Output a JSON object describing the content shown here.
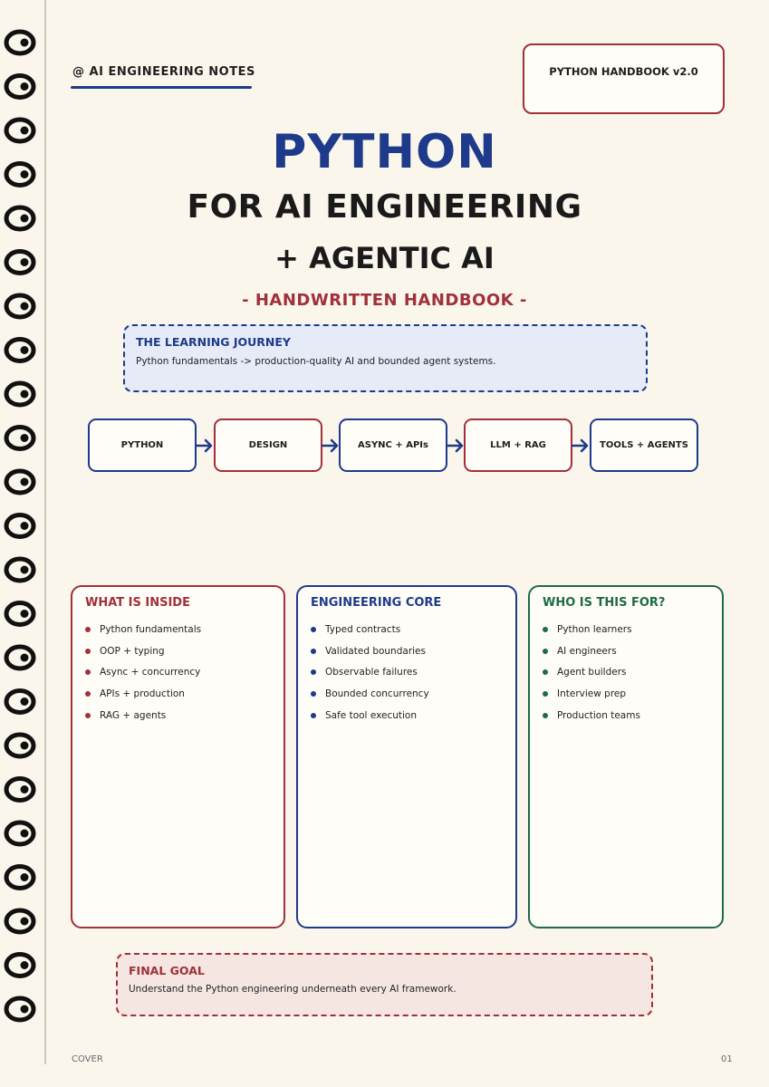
{
  "header": {
    "brand": "@ AI ENGINEERING NOTES",
    "version": "PYTHON HANDBOOK v2.0"
  },
  "title": {
    "main": "PYTHON",
    "sub": "FOR AI ENGINEERING",
    "sub2": "+ AGENTIC AI",
    "tagline": "- HANDWRITTEN HANDBOOK -"
  },
  "journey": {
    "heading": "THE LEARNING JOURNEY",
    "text": "Python fundamentals -> production-quality AI and bounded agent systems."
  },
  "steps": [
    "PYTHON",
    "DESIGN",
    "ASYNC + APIs",
    "LLM + RAG",
    "TOOLS + AGENTS"
  ],
  "cards": [
    {
      "heading": "WHAT IS INSIDE",
      "items": [
        "Python fundamentals",
        "OOP + typing",
        "Async + concurrency",
        "APIs + production",
        "RAG + agents"
      ]
    },
    {
      "heading": "ENGINEERING CORE",
      "items": [
        "Typed contracts",
        "Validated boundaries",
        "Observable failures",
        "Bounded concurrency",
        "Safe tool execution"
      ]
    },
    {
      "heading": "WHO IS THIS FOR?",
      "items": [
        "Python learners",
        "AI engineers",
        "Agent builders",
        "Interview prep",
        "Production teams"
      ]
    }
  ],
  "goal": {
    "heading": "FINAL GOAL",
    "text": "Understand the Python engineering underneath every AI framework."
  },
  "footer": {
    "left": "COVER",
    "right": "01"
  },
  "colors": {
    "blue": "#1e3a8a",
    "red": "#a0303a",
    "green": "#1e6b45",
    "paper": "#fbf6ec"
  }
}
